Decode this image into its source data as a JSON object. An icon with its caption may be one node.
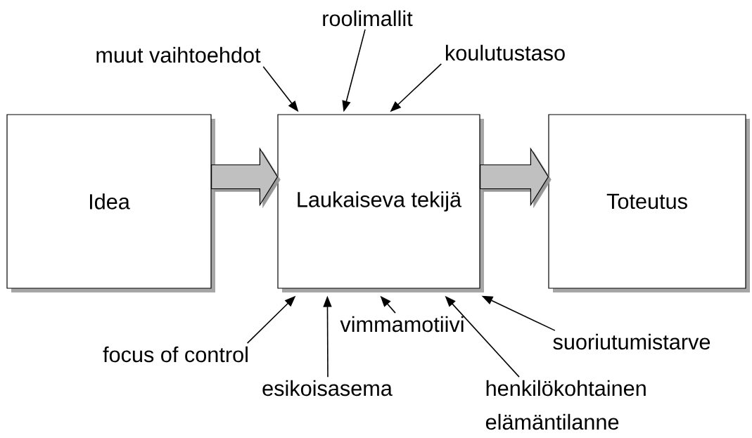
{
  "diagram": {
    "nodes": [
      {
        "text": [
          "Idea"
        ]
      },
      {
        "text": [
          "Laukaiseva tekijä"
        ]
      },
      {
        "text": [
          "Toteutus"
        ]
      },
      {
        "text": [
          "muut vaihtoehdot"
        ]
      },
      {
        "text": [
          "roolimallit"
        ]
      },
      {
        "text": [
          "koulutustaso"
        ]
      },
      {
        "text": [
          "focus of control"
        ]
      },
      {
        "text": [
          "esikoisasema"
        ]
      },
      {
        "text": [
          "vimmamotiivi"
        ]
      },
      {
        "text": [
          "henkilökohtainen elämäntilanne"
        ]
      },
      {
        "text": [
          "suoriutumistarve"
        ]
      }
    ],
    "edges": [
      {
        "from": 0,
        "to": 1,
        "arrow": "to",
        "style": "thick",
        "color": "#c0c0c0"
      },
      {
        "from": 1,
        "to": 2,
        "arrow": "to",
        "style": "thick",
        "color": "#c0c0c0"
      },
      {
        "from": 3,
        "to": 1,
        "arrow": "to"
      },
      {
        "from": 4,
        "to": 1,
        "arrow": "to"
      },
      {
        "from": 5,
        "to": 1,
        "arrow": "to"
      },
      {
        "from": 6,
        "to": 1,
        "arrow": "to"
      },
      {
        "from": 7,
        "to": 1,
        "arrow": "to"
      },
      {
        "from": 8,
        "to": 1,
        "arrow": "to"
      },
      {
        "from": 9,
        "to": 1,
        "arrow": "to"
      },
      {
        "from": 10,
        "to": 1,
        "arrow": "to"
      }
    ]
  }
}
